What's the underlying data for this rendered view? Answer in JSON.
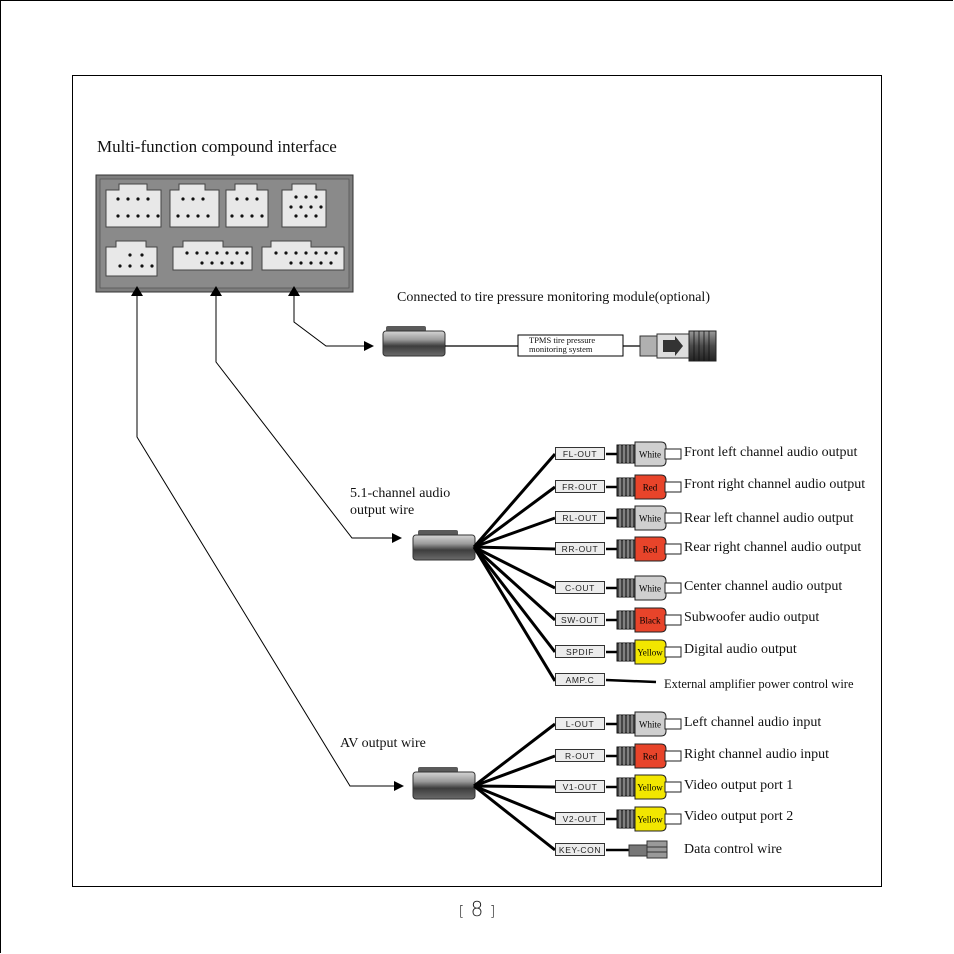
{
  "title": "Multi-function compound interface",
  "tpms": {
    "heading": "Connected to tire pressure monitoring module(optional)",
    "box_line1": "TPMS tire pressure",
    "box_line2": "monitoring system"
  },
  "audio51": {
    "label_line1": "5.1-channel audio",
    "label_line2": "output wire",
    "ports": [
      {
        "tag": "FL-OUT",
        "color": "White",
        "fill": "#cfcfcf",
        "desc": "Front left channel audio output"
      },
      {
        "tag": "FR-OUT",
        "color": "Red",
        "fill": "#e8442a",
        "desc": "Front right channel audio output"
      },
      {
        "tag": "RL-OUT",
        "color": "White",
        "fill": "#cfcfcf",
        "desc": "Rear left channel audio output"
      },
      {
        "tag": "RR-OUT",
        "color": "Red",
        "fill": "#e8442a",
        "desc": "Rear right channel audio output"
      },
      {
        "tag": "C-OUT",
        "color": "White",
        "fill": "#cfcfcf",
        "desc": "Center channel audio output"
      },
      {
        "tag": "SW-OUT",
        "color": "Black",
        "fill": "#e8442a",
        "desc": "Subwoofer audio output"
      },
      {
        "tag": "SPDIF",
        "color": "Yellow",
        "fill": "#f2e600",
        "desc": "Digital audio output"
      }
    ],
    "ampc": {
      "tag": "AMP.C",
      "desc": "External amplifier power control wire"
    }
  },
  "av": {
    "label": "AV output wire",
    "ports": [
      {
        "tag": "L-OUT",
        "color": "White",
        "fill": "#cfcfcf",
        "desc": "Left channel audio input"
      },
      {
        "tag": "R-OUT",
        "color": "Red",
        "fill": "#e8442a",
        "desc": "Right channel audio input"
      },
      {
        "tag": "V1-OUT",
        "color": "Yellow",
        "fill": "#f2e600",
        "desc": "Video output port 1"
      },
      {
        "tag": "V2-OUT",
        "color": "Yellow",
        "fill": "#f2e600",
        "desc": "Video output port 2"
      }
    ],
    "keycon": {
      "tag": "KEY-CON",
      "desc": "Data control wire"
    }
  },
  "page_number": "8"
}
